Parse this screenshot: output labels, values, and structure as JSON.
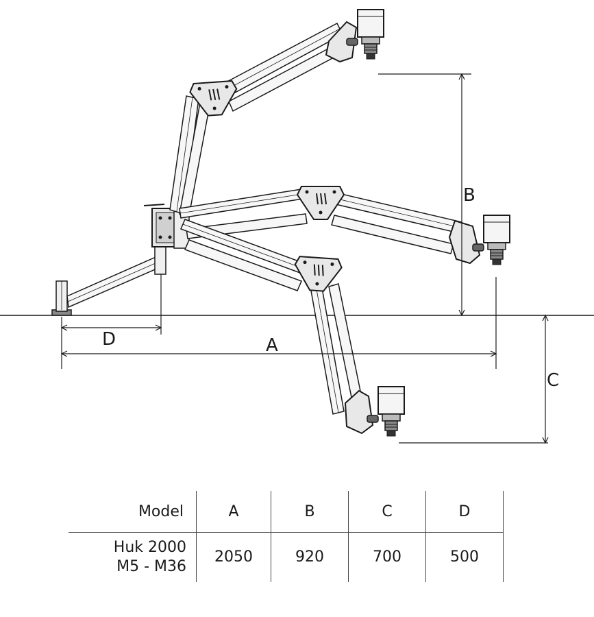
{
  "dimensions": {
    "a_label": "A",
    "b_label": "B",
    "c_label": "C",
    "d_label": "D"
  },
  "table": {
    "headers": {
      "model": "Model",
      "a": "A",
      "b": "B",
      "c": "C",
      "d": "D"
    },
    "row": {
      "model_line1": "Huk 2000",
      "model_line2": "M5 - M36",
      "a": "2050",
      "b": "920",
      "c": "700",
      "d": "500"
    }
  },
  "colors": {
    "line": "#1a1a1a",
    "fill": "#ffffff",
    "shade": "#d9d9d9",
    "dark": "#555555"
  }
}
